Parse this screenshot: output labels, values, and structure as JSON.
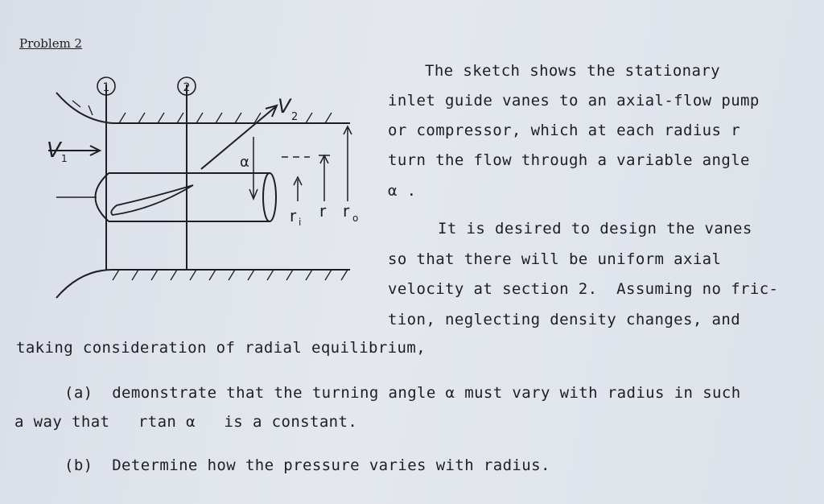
{
  "problem_heading": "Problem 2",
  "sketch": {
    "station_1": "1",
    "station_2": "2",
    "v1_label": "V",
    "v1_sub": "1",
    "v2_label": "V",
    "v2_sub": "2",
    "alpha_label": "α",
    "ri_label": "r",
    "ri_sub": "i",
    "r_label": "r",
    "ro_label": "r",
    "ro_sub": "o"
  },
  "paragraph1": [
    "The sketch shows the stationary",
    "inlet guide vanes to an axial-flow pump",
    "or compressor, which at each radius r",
    "turn the flow through a variable angle",
    "α ."
  ],
  "paragraph2": [
    "It is desired to design the vanes",
    "so that there will be uniform axial",
    "velocity at section 2.  Assuming no fric-",
    "tion, neglecting density changes, and",
    "taking consideration of radial equilibrium,"
  ],
  "part_a": [
    "(a)  demonstrate that the turning angle α must vary with radius in such",
    "a way that   rtan α   is a constant."
  ],
  "part_b": "(b)  Determine how the pressure varies with radius."
}
